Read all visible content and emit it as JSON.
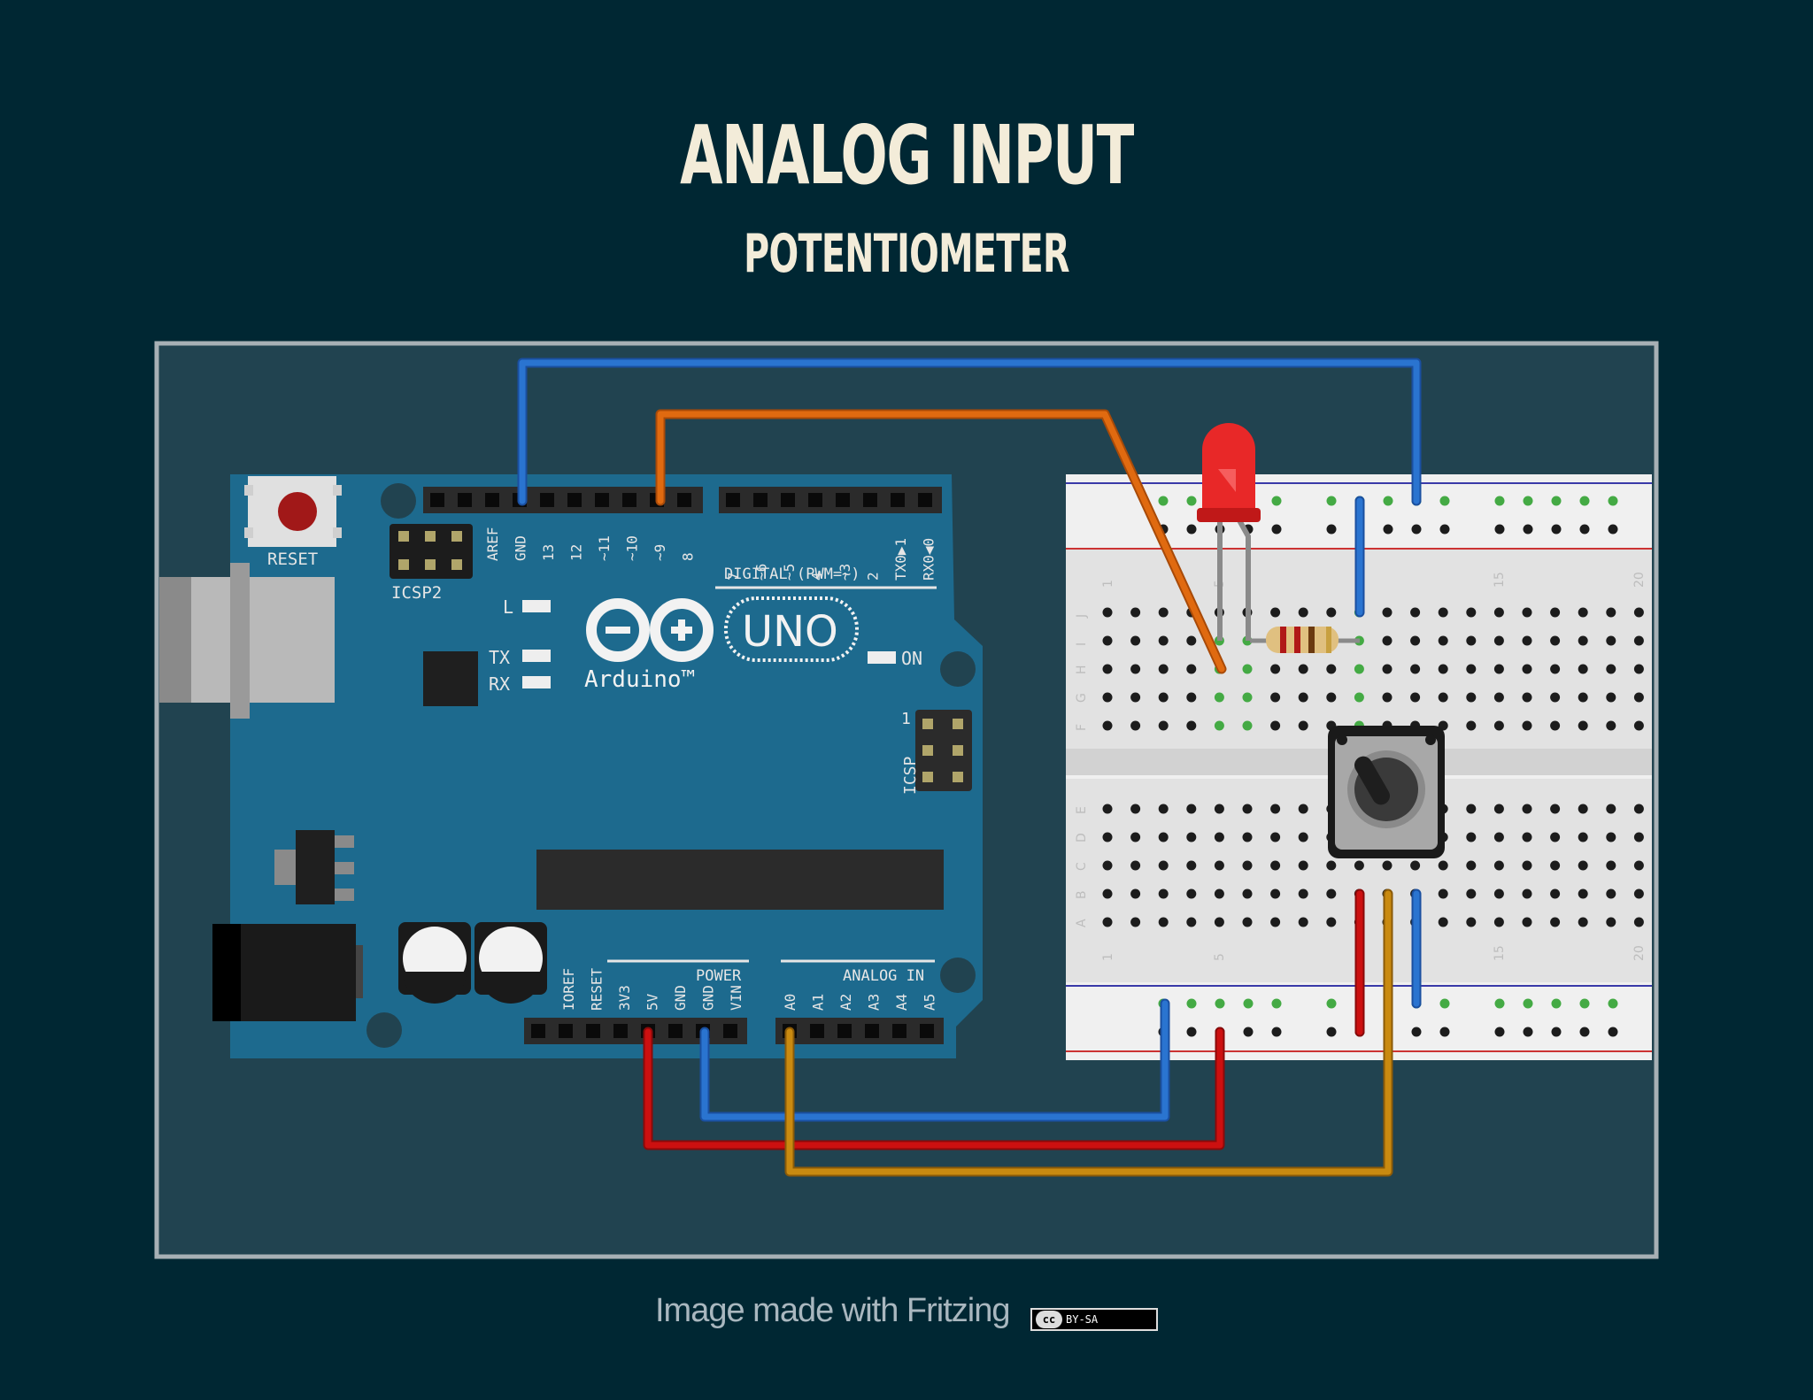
{
  "title": "ANALOG INPUT",
  "subtitle": "POTENTIOMETER",
  "footer": {
    "text": "Image made with Fritzing",
    "license_cc": "cc",
    "license_label": "BY-SA"
  },
  "board": {
    "reset_label": "RESET",
    "icsp2_label": "ICSP2",
    "icsp_label": "ICSP",
    "icsp_pin_label": "1",
    "digital_label": "DIGITAL (PWM=~)",
    "digital_pins_left": [
      "AREF",
      "GND",
      "13",
      "12",
      "~11",
      "~10",
      "~9",
      "8"
    ],
    "digital_pins_right": [
      "7",
      "~6",
      "~5",
      "4",
      "~3",
      "2",
      "TX0▶1",
      "RX0◀0"
    ],
    "l_label": "L",
    "tx_label": "TX",
    "rx_label": "RX",
    "on_label": "ON",
    "brand": "Arduino™",
    "model": "UNO",
    "power_label": "POWER",
    "analog_label": "ANALOG IN",
    "power_pins": [
      "IOREF",
      "RESET",
      "3V3",
      "5V",
      "GND",
      "GND",
      "VIN"
    ],
    "analog_pins": [
      "A0",
      "A1",
      "A2",
      "A3",
      "A4",
      "A5"
    ]
  },
  "breadboard": {
    "row_letters_top": [
      "J",
      "I",
      "H",
      "G",
      "F"
    ],
    "row_letters_bottom": [
      "E",
      "D",
      "C",
      "B",
      "A"
    ],
    "column_numbers": [
      "1",
      "5",
      "15",
      "20"
    ]
  },
  "colors": {
    "background": "#002733",
    "panel": "#214350",
    "board": "#1d6a8e",
    "wire_blue": "#2a74d0",
    "wire_orange": "#e06a10",
    "wire_red": "#cc1010",
    "wire_amber": "#c98a10",
    "led": "#e82828"
  }
}
